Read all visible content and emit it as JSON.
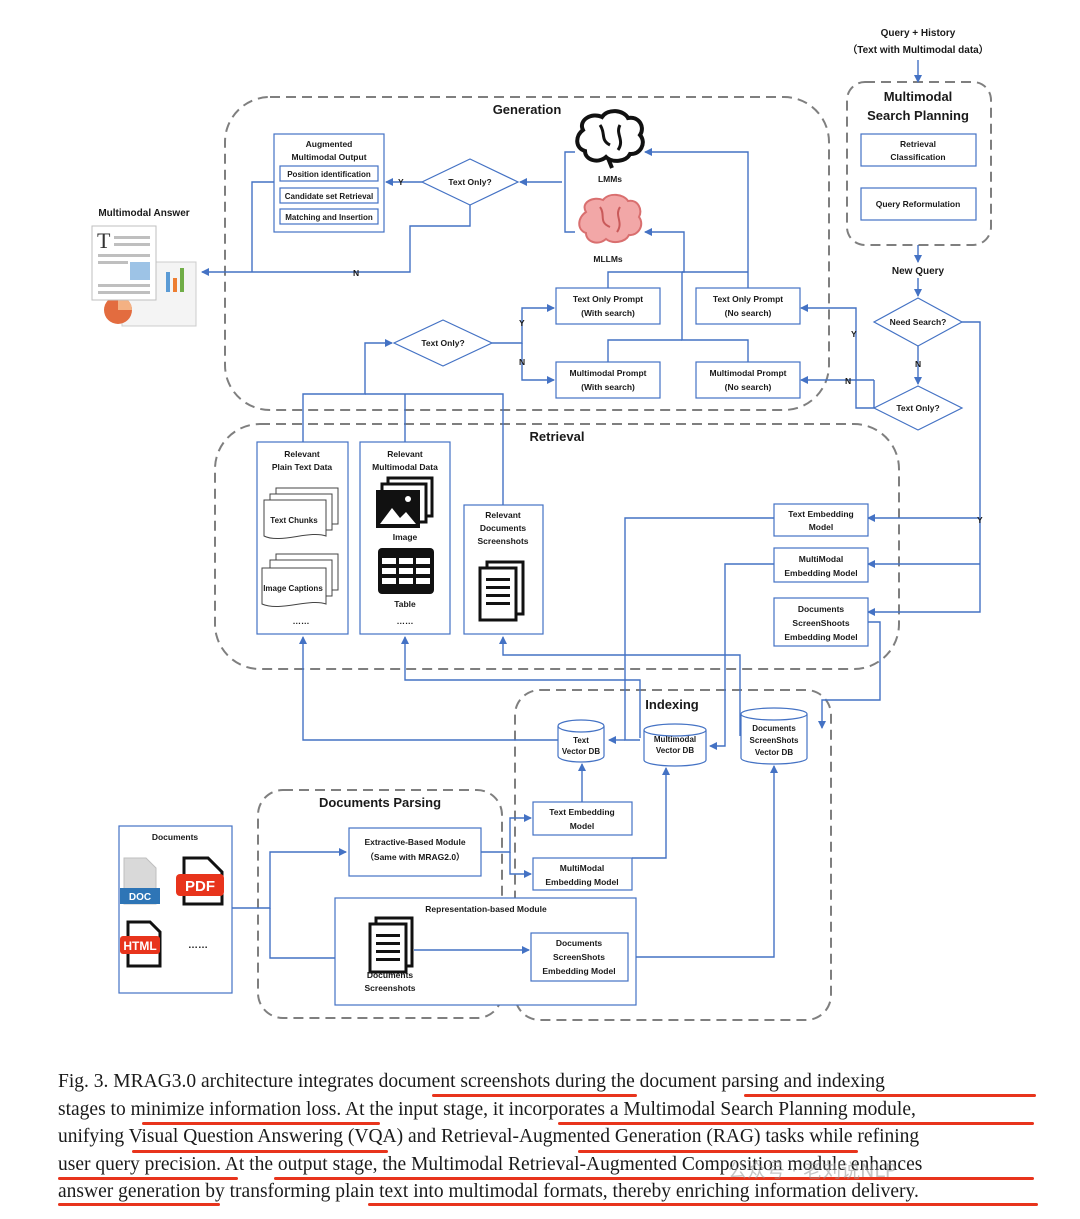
{
  "diagram": {
    "query_history": [
      "Query + History",
      "（Text with Multimodal data）"
    ],
    "search_planning": {
      "title": [
        "Multimodal",
        "Search Planning"
      ],
      "retrieval_classification": [
        "Retrieval",
        "Classification"
      ],
      "query_reformulation": "Query Reformulation"
    },
    "new_query": "New Query",
    "need_search": "Need Search?",
    "text_only": "Text Only?",
    "yes": "Y",
    "no": "N",
    "generation": {
      "title": "Generation",
      "augmented_output": [
        "Augmented",
        "Multimodal Output"
      ],
      "position_identification": "Position identification",
      "candidate_set_retrieval": "Candidate set Retrieval",
      "matching_insertion": "Matching and Insertion",
      "lmms": "LMMs",
      "mllms": "MLLMs",
      "text_only_prompt_with": [
        "Text Only Prompt",
        "(With search)"
      ],
      "text_only_prompt_no": [
        "Text Only Prompt",
        "(No search)"
      ],
      "mm_prompt_with": [
        "Multimodal Prompt",
        "(With search)"
      ],
      "mm_prompt_no": [
        "Multimodal Prompt",
        "(No search)"
      ]
    },
    "multimodal_answer": "Multimodal Answer",
    "retrieval": {
      "title": "Retrieval",
      "plain_text": [
        "Relevant",
        "Plain Text  Data"
      ],
      "text_chunks": "Text Chunks",
      "image_captions": "Image Captions",
      "ellipsis": "……",
      "multimodal_data": [
        "Relevant",
        "Multimodal Data"
      ],
      "image": "Image",
      "table": "Table",
      "screenshots": [
        "Relevant",
        "Documents",
        "Screenshots"
      ],
      "text_embedding": [
        "Text Embedding",
        "Model"
      ],
      "mm_embedding": [
        "MultiModal",
        "Embedding Model"
      ],
      "ss_embedding": [
        "Documents",
        "ScreenShoots",
        "Embedding Model"
      ]
    },
    "indexing": {
      "title": "Indexing",
      "text_db": [
        "Text",
        "Vector DB"
      ],
      "mm_db": [
        "Multimodal",
        "Vector DB"
      ],
      "ss_db": [
        "Documents",
        "ScreenShots",
        "Vector DB"
      ],
      "text_embedding": [
        "Text Embedding",
        "Model"
      ],
      "mm_embedding": [
        "MultiModal",
        "Embedding Model"
      ]
    },
    "parsing": {
      "title": "Documents Parsing",
      "documents": "Documents",
      "doc": "DOC",
      "pdf": "PDF",
      "html": "HTML",
      "ellipsis": "……",
      "extractive": [
        "Extractive-Based Module",
        "（Same with MRAG2.0）"
      ],
      "representation": "Representation-based Module",
      "doc_screenshots": [
        "Documents",
        "Screenshots"
      ],
      "ss_embedding": [
        "Documents",
        "ScreenShots",
        "Embedding Model"
      ]
    }
  },
  "caption": {
    "lines": [
      "Fig. 3.  MRAG3.0 architecture integrates document screenshots during the document parsing and indexing",
      "stages to minimize information loss. At the input stage, it incorporates a Multimodal Search Planning module,",
      "unifying Visual Question Answering (VQA) and Retrieval-Augmented Generation (RAG) tasks while refining",
      "user query precision. At the output stage, the Multimodal Retrieval-Augmented Composition module enhances",
      "answer generation by transforming plain text into multimodal formats, thereby enriching information delivery."
    ],
    "underline_color": "#e8341c"
  },
  "watermark": "公众号 · 老刘说NLP",
  "colors": {
    "accent": "#4472c4",
    "underline": "#e8341c"
  }
}
